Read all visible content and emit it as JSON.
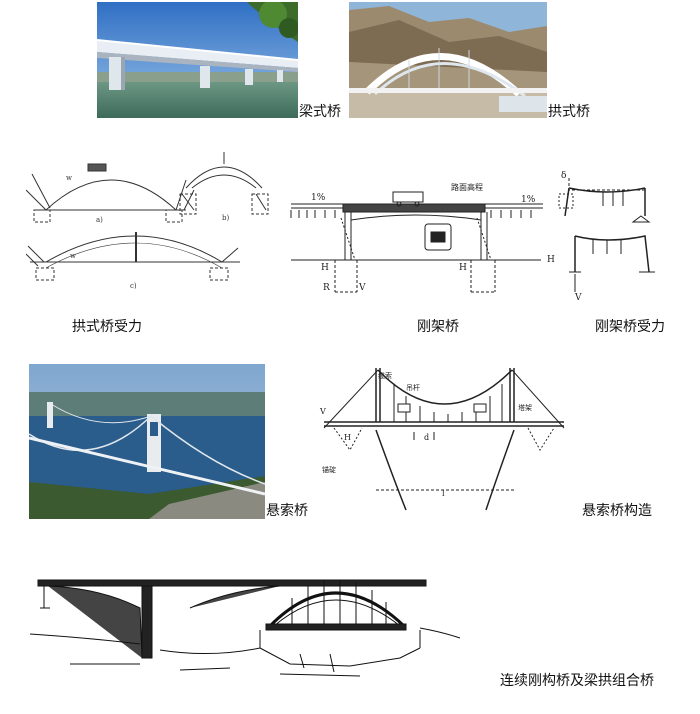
{
  "captions": {
    "beam_bridge": "梁式桥",
    "arch_bridge": "拱式桥",
    "arch_forces": "拱式桥受力",
    "rigid_frame": "刚架桥",
    "rigid_frame_forces": "刚架桥受力",
    "suspension": "悬索桥",
    "suspension_structure": "悬索桥构造",
    "combo": "连续刚构桥及梁拱组合桥"
  },
  "diagram_labels": {
    "slope_left": "1%",
    "slope_right": "1%",
    "road_level": "路面高程",
    "h_left": "H",
    "h_right": "H",
    "r_left": "R",
    "v_left": "V",
    "delta": "δ",
    "frame_h": "H",
    "frame_v": "V",
    "cable": "缆索",
    "hanger": "吊杆",
    "tower": "塔架",
    "anchor": "锚碇",
    "susp_h": "H",
    "susp_v": "V",
    "span_d": "d",
    "span_l": "l",
    "arch_w1": "w",
    "arch_w2": "w",
    "sub_a": "a)",
    "sub_b": "b)",
    "sub_c": "c)"
  }
}
